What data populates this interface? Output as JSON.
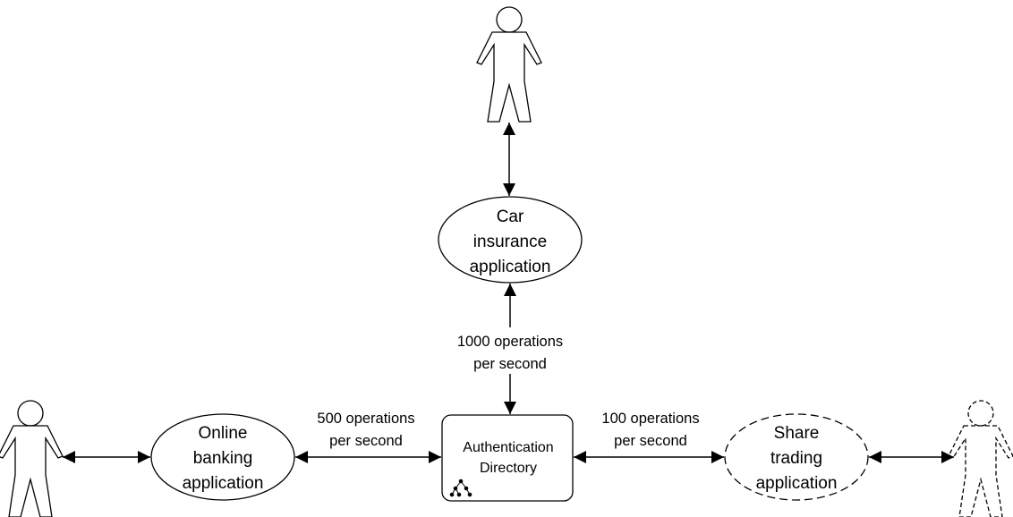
{
  "nodes": {
    "car_insurance": {
      "lines": [
        "Car",
        "insurance",
        "application"
      ]
    },
    "online_banking": {
      "lines": [
        "Online",
        "banking",
        "application"
      ]
    },
    "share_trading": {
      "lines": [
        "Share",
        "trading",
        "application"
      ],
      "style": "dashed"
    },
    "auth_directory": {
      "lines": [
        "Authentication",
        "Directory"
      ]
    }
  },
  "edges": {
    "car_to_directory": {
      "lines": [
        "1000 operations",
        "per second"
      ]
    },
    "banking_to_directory": {
      "lines": [
        "500 operations",
        "per second"
      ]
    },
    "directory_to_trading": {
      "lines": [
        "100 operations",
        "per second"
      ]
    }
  },
  "actors": {
    "car_user": {
      "style": "solid"
    },
    "banking_user": {
      "style": "solid"
    },
    "trading_user": {
      "style": "dashed"
    }
  },
  "colors": {
    "stroke": "#000000",
    "background": "#ffffff"
  }
}
